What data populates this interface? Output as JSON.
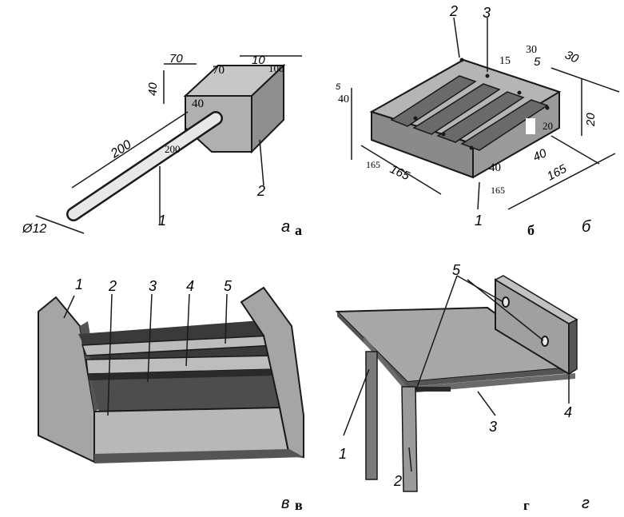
{
  "panels": {
    "a": {
      "letter_italic": "a",
      "letter_bold": "а",
      "dims": {
        "d70_top_left": "70",
        "d70_top_right": "70",
        "d100_top": "100",
        "d10_partial": "10",
        "d40_left": "40",
        "d40_face": "40",
        "d200_shaft": "200",
        "d200_small": "200",
        "d12": "Ø12"
      },
      "parts": {
        "p1": "1",
        "p2": "2"
      }
    },
    "b": {
      "letter_italic": "б",
      "letter_bold": "б",
      "dims": {
        "d30_top": "30",
        "d15": "15",
        "d5": "5",
        "d30_right": "30",
        "d40_left_stack": "40",
        "d40_tick": "5",
        "d20_label": "20",
        "d20_side": "20",
        "d40_right": "40",
        "d40_front": "40",
        "d165_bottom_left": "165",
        "d165_label": "165",
        "d165_right": "165",
        "d165_small": "165"
      },
      "parts": {
        "p1": "1",
        "p2": "2",
        "p3": "3"
      }
    },
    "v": {
      "letter_italic": "в",
      "letter_bold": "в",
      "parts": {
        "p1": "1",
        "p2": "2",
        "p3": "3",
        "p4": "4",
        "p5": "5"
      }
    },
    "g": {
      "letter_italic": "г",
      "letter_bold": "г",
      "parts": {
        "p1": "1",
        "p2": "2",
        "p3": "3",
        "p4": "4",
        "p5": "5"
      }
    }
  },
  "colors": {
    "wood": "#9c9c9c",
    "wood_light": "#b8b8b8",
    "wood_dark": "#5a5a5a",
    "ink": "#1a1a1a"
  }
}
